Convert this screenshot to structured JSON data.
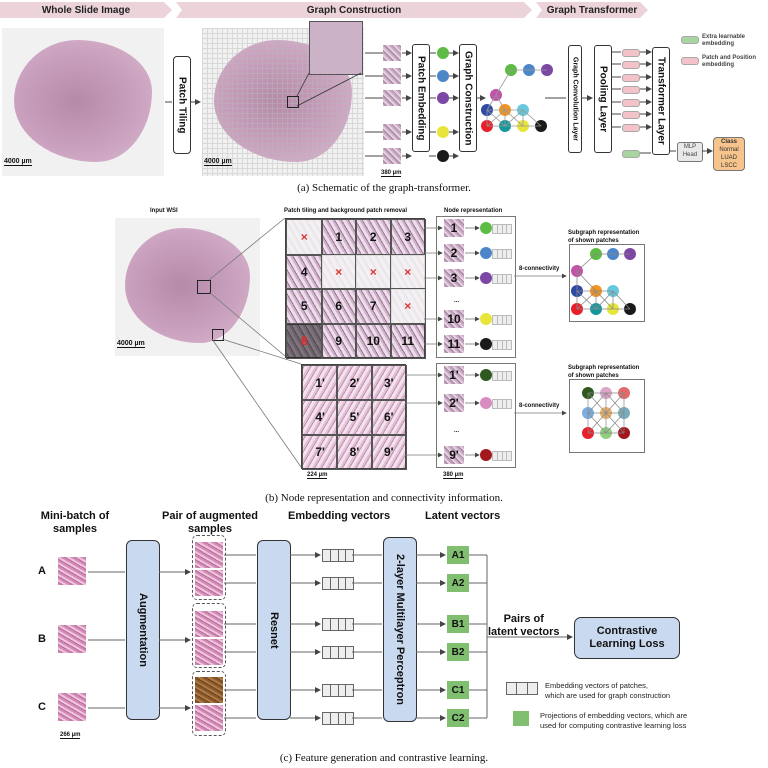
{
  "panel_a": {
    "banners": [
      "Whole Slide Image",
      "Graph Construction",
      "Graph Transformer"
    ],
    "scale_wsi": "4000 µm",
    "scale_tiled": "4000 µm",
    "scale_patch": "380 µm",
    "patch_tiling": "Patch Tiling",
    "patch_embedding": "Patch Embedding",
    "graph_construction": "Graph Construction",
    "graph_convolution_layer": "Graph Convolution Layer",
    "pooling_layer": "Pooling Layer",
    "transformer_layer": "Transformer Layer",
    "mlp_head": [
      "MLP",
      "Head"
    ],
    "class_box": [
      "Class",
      "Normal",
      "LUAD",
      "LSCC"
    ],
    "legend": [
      {
        "label": [
          "Extra learnable",
          "embedding"
        ],
        "color": "#a8d5a0"
      },
      {
        "label": [
          "Patch and Position",
          "embedding"
        ],
        "color": "#f3c3c9"
      }
    ],
    "ellipsis": "...",
    "node_colors": [
      "#5dbb46",
      "#4d86c6",
      "#7b47a3",
      "#e8e53a",
      "#1a1a1a"
    ],
    "graph_colors": {
      "magenta": "#c054a6",
      "green": "#5dbb46",
      "blue": "#4d86c6",
      "purple": "#7b47a3",
      "navy": "#2e4aa3",
      "orange": "#f5931f",
      "cyan": "#67c7dd",
      "red": "#e8202a",
      "teal": "#14979f",
      "yellow": "#e8e53a",
      "black": "#1a1a1a"
    },
    "caption": "(a) Schematic of the graph-transformer."
  },
  "panel_b": {
    "input_wsi": "Input WSI",
    "tiling_title": "Patch tiling and background patch removal",
    "node_rep_title": "Node representation",
    "scale_wsi": "4000 µm",
    "scale_224": "224 µm",
    "scale_380": "380 µm",
    "grid1": [
      [
        "×",
        "1",
        "2",
        "3"
      ],
      [
        "4",
        "×",
        "×",
        "×"
      ],
      [
        "5",
        "6",
        "7",
        "×"
      ],
      [
        "8",
        "9",
        "10",
        "11"
      ]
    ],
    "grid2": [
      [
        "1'",
        "2'",
        "3'"
      ],
      [
        "4'",
        "5'",
        "6'"
      ],
      [
        "7'",
        "8'",
        "9'"
      ]
    ],
    "node_list1": [
      {
        "label": "1",
        "color": "#5dbb46"
      },
      {
        "label": "2",
        "color": "#4d86c6"
      },
      {
        "label": "3",
        "color": "#7b47a3"
      },
      {
        "label": "10",
        "color": "#e8e53a"
      },
      {
        "label": "11",
        "color": "#1a1a1a"
      }
    ],
    "node_list2": [
      {
        "label": "1'",
        "color": "#2f5a1f"
      },
      {
        "label": "2'",
        "color": "#d98cc0"
      },
      {
        "label": "9'",
        "color": "#a3171e"
      }
    ],
    "ellipsis": "...",
    "connectivity": "8-connectivity",
    "subgraph_title": [
      "Subgraph representation",
      "of shown patches"
    ],
    "subgraph2_colors": [
      "#2f5a1f",
      "#dca6c8",
      "#e26a6a",
      "#7aaee0",
      "#e9b06a",
      "#78aebc",
      "#e8202a",
      "#8fcf7f",
      "#a3171e"
    ],
    "caption": "(b) Node representation and connectivity information."
  },
  "panel_c": {
    "col_titles": {
      "minibatch": [
        "Mini-batch of",
        "samples"
      ],
      "pair": [
        "Pair of augmented",
        "samples"
      ],
      "embedding": "Embedding vectors",
      "latent": "Latent vectors"
    },
    "samples": [
      "A",
      "B",
      "C"
    ],
    "scale": "266 µm",
    "augmentation": "Augmentation",
    "resnet": "Resnet",
    "mlp": "2-layer Multilayer Perceptron",
    "latents": [
      "A1",
      "A2",
      "B1",
      "B2",
      "C1",
      "C2"
    ],
    "pairs_label": [
      "Pairs of",
      "latent vectors"
    ],
    "loss": [
      "Contrastive",
      "Learning Loss"
    ],
    "legend": [
      {
        "label": [
          "Embedding vectors of patches,",
          "which are used for graph construction"
        ]
      },
      {
        "label": [
          "Projections of embedding vectors, which are",
          "used for computing contrastive learning loss"
        ]
      }
    ],
    "caption": "(c) Feature generation and contrastive learning."
  }
}
